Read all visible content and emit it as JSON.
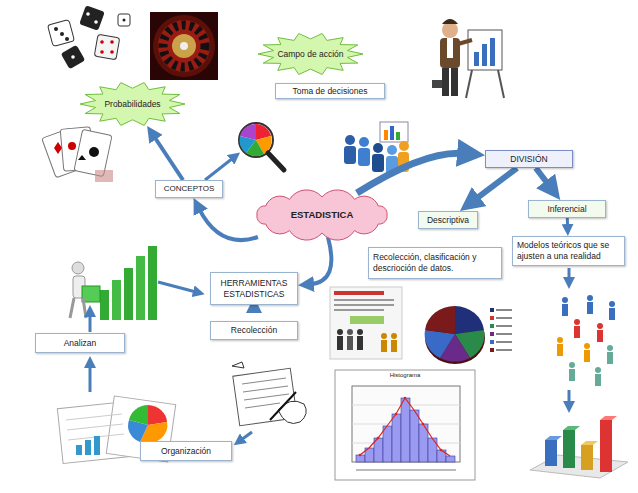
{
  "diagram": {
    "nodes": [
      {
        "text": [
          "Campo de acción"
        ]
      },
      {
        "text": [
          "Toma de decisiones"
        ]
      },
      {
        "text": [
          "Probabilidades"
        ]
      },
      {
        "text": [
          "DIVISIÓN"
        ]
      },
      {
        "text": [
          "CONCEPTOS"
        ]
      },
      {
        "text": [
          "ESTADISTICA"
        ]
      },
      {
        "text": [
          "Inferencial"
        ]
      },
      {
        "text": [
          "Descriptiva"
        ]
      },
      {
        "text": [
          "Modelos teóricos que se ajusten a una realidad"
        ]
      },
      {
        "text": [
          "Recolección, clasificación y descrioción de datos."
        ]
      },
      {
        "text": [
          "HERRAMIENTAS ESTADISTICAS"
        ]
      },
      {
        "text": [
          "Recolección"
        ]
      },
      {
        "text": [
          "Analizan"
        ]
      },
      {
        "text": [
          "Organización"
        ]
      }
    ],
    "edges": [
      {
        "from": 5,
        "to": 4,
        "arrow": "to"
      },
      {
        "from": 4,
        "to": 2,
        "arrow": "to"
      },
      {
        "from": 5,
        "to": 3,
        "arrow": "to"
      },
      {
        "from": 3,
        "to": 7,
        "arrow": "to"
      },
      {
        "from": 3,
        "to": 6,
        "arrow": "to"
      },
      {
        "from": 6,
        "to": 8,
        "arrow": "to"
      },
      {
        "from": 5,
        "to": 10,
        "arrow": "to"
      },
      {
        "from": 10,
        "to": 11,
        "arrow": "to"
      }
    ],
    "labels": [
      "Histograma"
    ]
  }
}
